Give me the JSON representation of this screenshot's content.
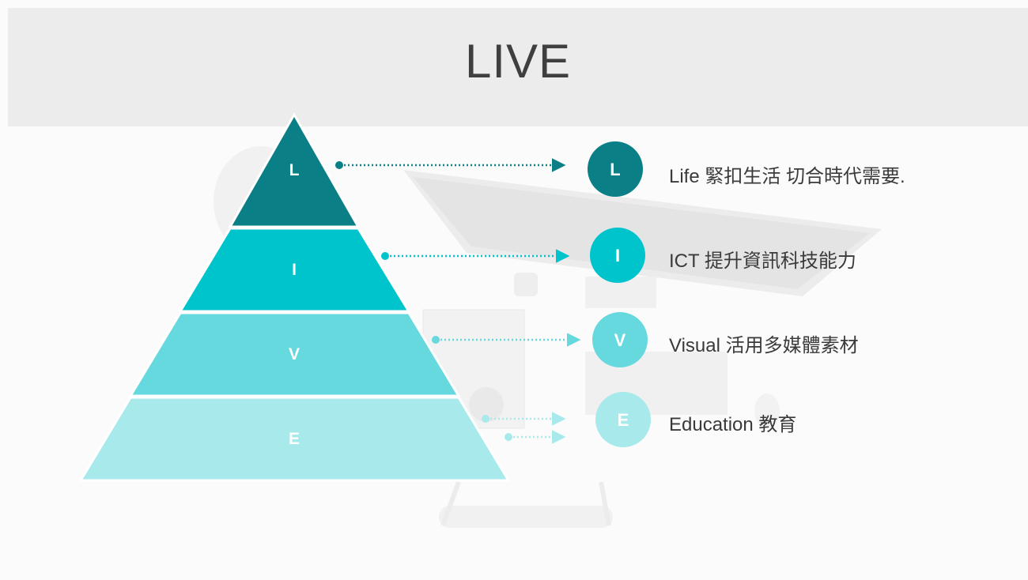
{
  "title": "LIVE",
  "colors": {
    "header_bg": "#ececec",
    "title_text": "#3f3f3f",
    "layer_1": "#0a7f86",
    "layer_2": "#00c4cc",
    "layer_3": "#66d9df",
    "layer_4": "#a8e9eb",
    "item_text": "#3a3a3a"
  },
  "pyramid": {
    "layers": [
      {
        "letter": "L"
      },
      {
        "letter": "I"
      },
      {
        "letter": "V"
      },
      {
        "letter": "E"
      }
    ]
  },
  "items": [
    {
      "letter": "L",
      "text": "Life 緊扣生活 切合時代需要."
    },
    {
      "letter": "I",
      "text": "ICT 提升資訊科技能力"
    },
    {
      "letter": "V",
      "text": "Visual 活用多媒體素材"
    },
    {
      "letter": "E",
      "text": "Education 教育"
    }
  ],
  "background_image": {
    "icon": "desk-with-monitor-keyboard-image"
  }
}
